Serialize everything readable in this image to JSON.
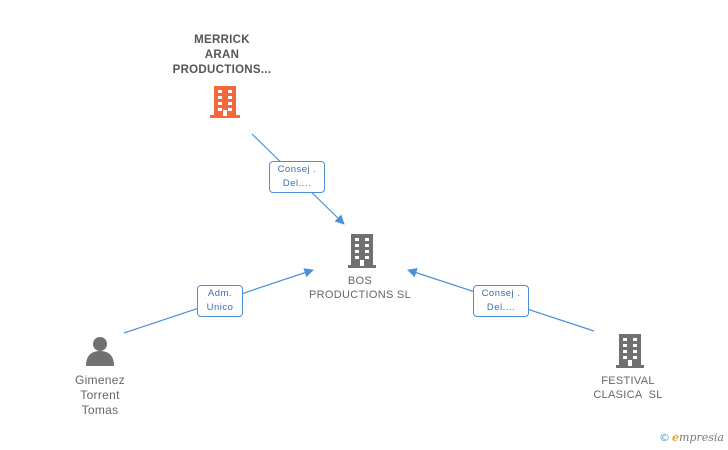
{
  "nodes": {
    "merrick": {
      "label_lines": [
        "MERRICK",
        "ARAN",
        "PRODUCTIONS..."
      ],
      "color": "#f26a3b",
      "icon": "building-icon"
    },
    "bos": {
      "label_lines": [
        "BOS",
        "PRODUCTIONS SL"
      ],
      "color": "#707070",
      "icon": "building-icon"
    },
    "festival": {
      "label_lines": [
        "FESTIVAL",
        "CLASICA  SL"
      ],
      "color": "#707070",
      "icon": "building-icon"
    },
    "gimenez": {
      "label_lines": [
        "Gimenez",
        "Torrent",
        "Tomas"
      ],
      "color": "#707070",
      "icon": "person-icon"
    }
  },
  "edges": {
    "merrick_bos": {
      "lines": [
        "Consej .",
        "Del...."
      ]
    },
    "gimenez_bos": {
      "lines": [
        "Adm.",
        "Unico"
      ]
    },
    "festival_bos": {
      "lines": [
        "Consej .",
        "Del...."
      ]
    }
  },
  "colors": {
    "edge": "#4a8fd8",
    "edge_label_text": "#3a6fb0"
  },
  "credit": {
    "symbol": "©",
    "brand_initial": "e",
    "brand_rest": "mpresia"
  }
}
